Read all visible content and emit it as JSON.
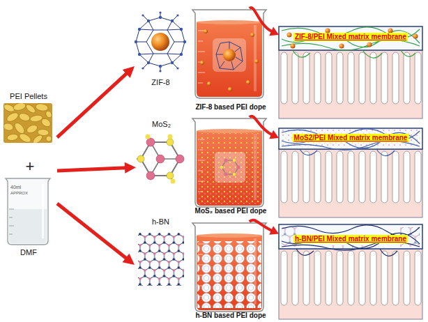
{
  "diagram": {
    "nodes": [
      {
        "text": [
          "+"
        ]
      },
      {
        "text": [
          "PEI Pellets"
        ],
        "in": 0
      },
      {
        "text": [
          "DMF"
        ],
        "in": 0
      },
      {
        "text": [
          "ZIF-8"
        ]
      },
      {
        "text": [
          "ZIF-8 based PEI dope"
        ]
      },
      {
        "text": [
          "ZIF-8/PEI Mixed matrix membrane"
        ]
      },
      {
        "text": [
          "MoS₂"
        ]
      },
      {
        "text": [
          "MoS₂ based PEI dope"
        ]
      },
      {
        "text": [
          "MoS2/PEI Mixed matrix membrane"
        ]
      },
      {
        "text": [
          "h-BN"
        ]
      },
      {
        "text": [
          "h-BN based PEI dope"
        ]
      },
      {
        "text": [
          "h-BN/PEI Mixed matrix membrane"
        ]
      }
    ],
    "edges": [
      {
        "from": 0,
        "to": 3,
        "arrow": "to"
      },
      {
        "from": 0,
        "to": 6,
        "arrow": "to"
      },
      {
        "from": 0,
        "to": 9,
        "arrow": "to"
      },
      {
        "from": 4,
        "to": 5,
        "arrow": "to"
      },
      {
        "from": 7,
        "to": 8,
        "arrow": "to"
      },
      {
        "from": 10,
        "to": 11,
        "arrow": "to"
      }
    ],
    "labels": [
      "40ml",
      "APPROX"
    ]
  }
}
